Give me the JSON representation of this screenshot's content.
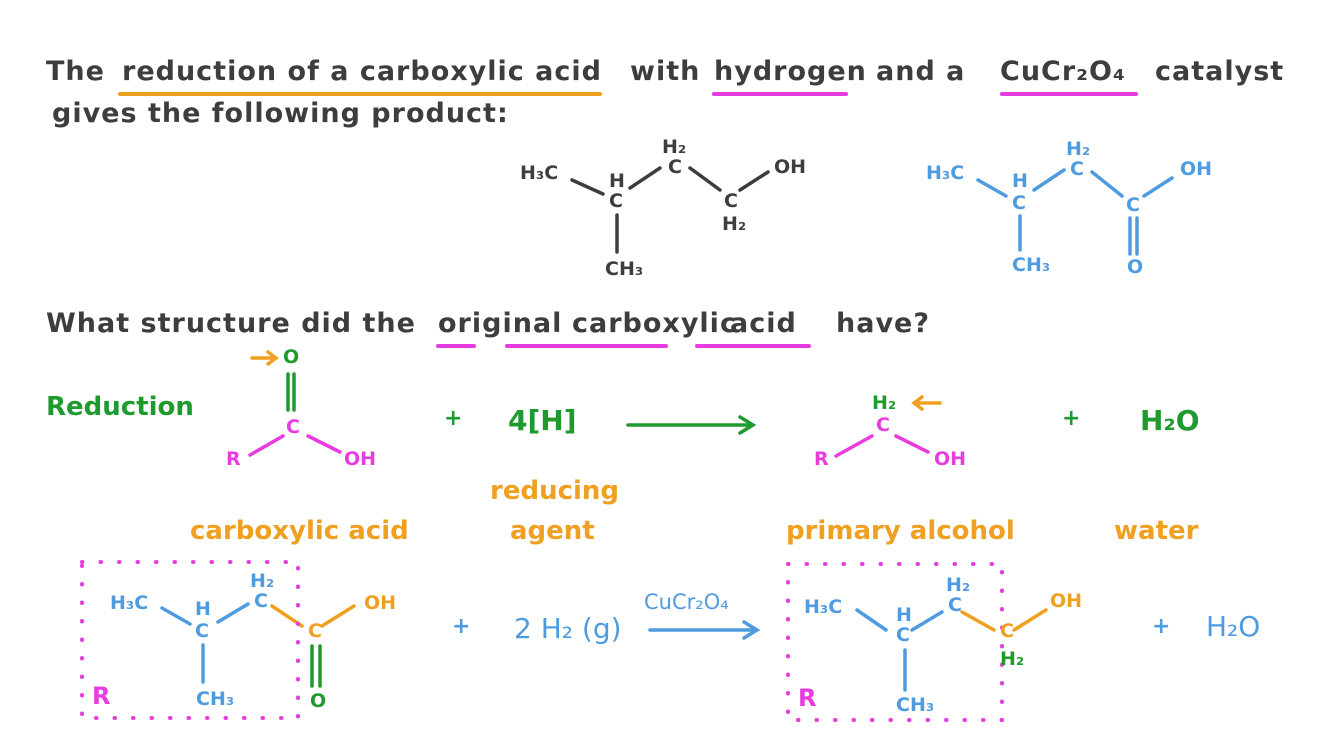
{
  "question": {
    "line1": {
      "w1": "The",
      "w2": "reduction of a carboxylic acid",
      "w3": "with",
      "w4": "hydrogen",
      "w5": "and a",
      "w6": "CuCr₂O₄",
      "w7": "catalyst"
    },
    "line2": "gives the following product:",
    "line3": {
      "w1": "What structure did the",
      "w2": "original",
      "w3": "carboxylic",
      "w4": "acid",
      "w5": "have?"
    }
  },
  "product_structure": {
    "h3c": "H₃C",
    "h": "H",
    "c1": "C",
    "h2_top": "H₂",
    "c2": "C",
    "c3": "C",
    "h2_bottom": "H₂",
    "oh": "OH",
    "ch3": "CH₃"
  },
  "acid_structure": {
    "h3c": "H₃C",
    "h": "H",
    "c1": "C",
    "h2_top": "H₂",
    "c2": "C",
    "c3": "C",
    "oh": "OH",
    "o": "O",
    "ch3": "CH₃"
  },
  "general_reaction": {
    "title": "Reduction",
    "acid": {
      "o": "O",
      "c": "C",
      "r": "R",
      "oh": "OH"
    },
    "plus1": "+",
    "reagent": "4[H]",
    "alcohol": {
      "h2": "H₂",
      "c": "C",
      "r": "R",
      "oh": "OH"
    },
    "plus2": "+",
    "water": "H₂O",
    "label_acid": "carboxylic acid",
    "label_reagent_1": "reducing",
    "label_reagent_2": "agent",
    "label_alcohol": "primary alcohol",
    "label_water": "water"
  },
  "specific_reaction": {
    "acid": {
      "h3c": "H₃C",
      "h": "H",
      "c1": "C",
      "h2": "H₂",
      "c2": "C",
      "c3": "C",
      "oh": "OH",
      "o": "O",
      "ch3": "CH₃",
      "r": "R"
    },
    "plus1": "+",
    "reagent": "2 H₂ (g)",
    "catalyst": "CuCr₂O₄",
    "alcohol": {
      "h3c": "H₃C",
      "h": "H",
      "c1": "C",
      "h2": "H₂",
      "c2": "C",
      "c3": "C",
      "oh": "OH",
      "h2_bottom": "H₂",
      "ch3": "CH₃",
      "r": "R"
    },
    "plus2": "+",
    "water": "H₂O"
  },
  "colors": {
    "dark": "#3d3d3d",
    "orange": "#f0a020",
    "magenta": "#e83ce0",
    "green": "#1e9a2e",
    "blue": "#4f9be0"
  }
}
